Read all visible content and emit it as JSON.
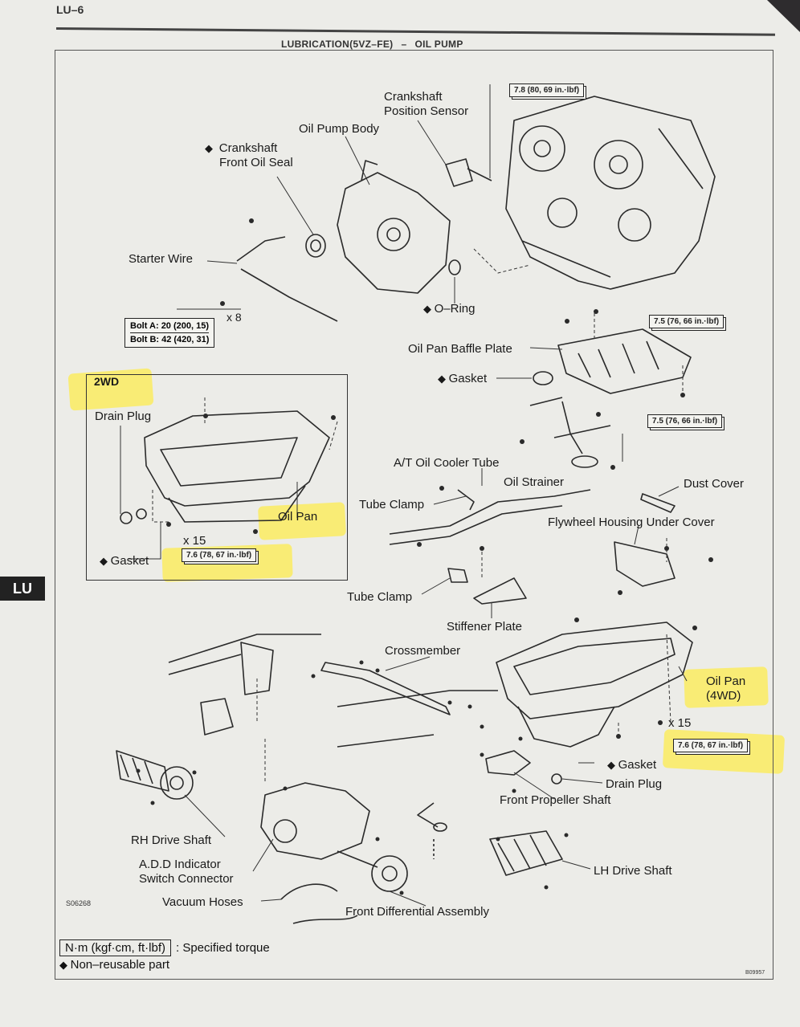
{
  "page": {
    "number": "LU–6",
    "section": "LUBRICATION(5VZ–FE)",
    "subsection": "OIL PUMP",
    "tab": "LU",
    "figure_code": "S06268",
    "figure_code2": "B09957"
  },
  "labels": {
    "crank_pos_sensor": "Crankshaft",
    "crank_pos_sensor2": "Position Sensor",
    "oil_pump_body": "Oil Pump Body",
    "crank_front_seal": "Crankshaft",
    "crank_front_seal2": "Front Oil Seal",
    "starter_wire": "Starter Wire",
    "x8": "x 8",
    "o_ring": "O–Ring",
    "baffle_plate": "Oil Pan Baffle Plate",
    "gasket_top": "Gasket",
    "two_wd": "2WD",
    "drain_plug_2wd": "Drain Plug",
    "oil_pan_2wd": "Oil Pan",
    "x15_2wd": "x 15",
    "gasket_2wd": "Gasket",
    "at_cooler": "A/T Oil Cooler Tube",
    "oil_strainer": "Oil Strainer",
    "dust_cover": "Dust Cover",
    "tube_clamp1": "Tube Clamp",
    "flywheel_cover": "Flywheel Housing Under Cover",
    "tube_clamp2": "Tube Clamp",
    "stiffener": "Stiffener Plate",
    "crossmember": "Crossmember",
    "oil_pan_4wd": "Oil Pan",
    "oil_pan_4wd2": "(4WD)",
    "x15_4wd": "x 15",
    "gasket_4wd": "Gasket",
    "drain_plug_4wd": "Drain Plug",
    "front_prop": "Front Propeller Shaft",
    "rh_drive": "RH Drive Shaft",
    "add_indicator": "A.D.D Indicator",
    "add_indicator2": "Switch Connector",
    "vacuum": "Vacuum Hoses",
    "lh_drive": "LH Drive Shaft",
    "front_diff": "Front Differential Assembly"
  },
  "torques": {
    "sensor": "7.8 (80, 69 in.·lbf)",
    "baffle": "7.5 (76, 66 in.·lbf)",
    "strainer": "7.5 (76, 66 in.·lbf)",
    "pan_2wd": "7.6 (78, 67 in.·lbf)",
    "pan_4wd": "7.6 (78, 67 in.·lbf)",
    "bolt_a": "Bolt A: 20 (200, 15)",
    "bolt_b": "Bolt B: 42 (420, 31)"
  },
  "legend": {
    "unit": "N·m (kgf·cm, ft·lbf)",
    "unit_desc": ": Specified torque",
    "nonreusable": "Non–reusable part"
  },
  "colors": {
    "highlight": "#fcec54",
    "paper": "#ecece8",
    "ink": "#1a1a1a"
  }
}
